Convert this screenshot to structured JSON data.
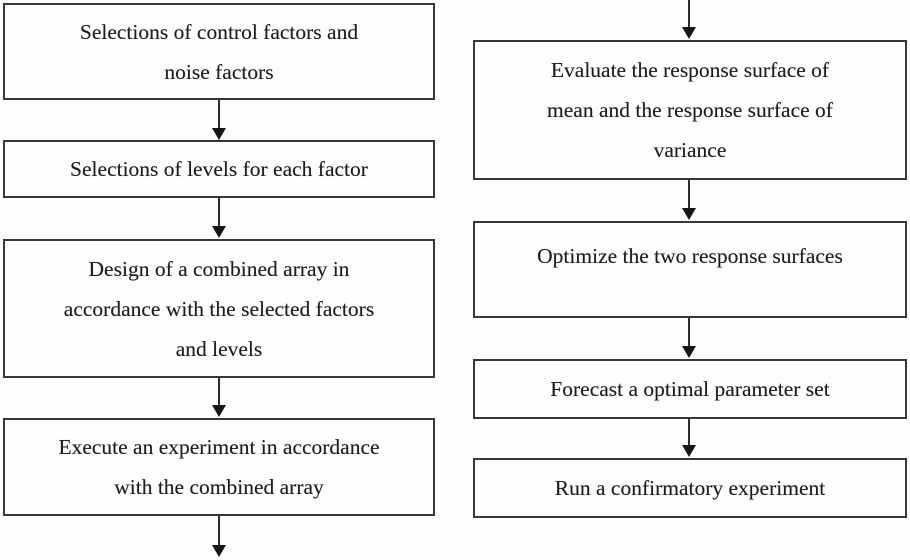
{
  "flowchart": {
    "left_column": [
      {
        "text": "Selections of control factors and\nnoise factors"
      },
      {
        "text": "Selections of levels for each factor"
      },
      {
        "text": "Design of a combined array in\naccordance with the selected factors\nand levels"
      },
      {
        "text": "Execute an experiment in accordance\nwith the combined array"
      }
    ],
    "right_column": [
      {
        "text": "Evaluate the response surface of\nmean and the response surface of\nvariance"
      },
      {
        "text": "Optimize the two response surfaces"
      },
      {
        "text": "Forecast a optimal parameter set"
      },
      {
        "text": "Run a confirmatory experiment"
      }
    ],
    "colors": {
      "box_border": "#383838",
      "text": "#1d1d1d",
      "arrow": "#161616",
      "background": "#fdfdfd"
    }
  }
}
